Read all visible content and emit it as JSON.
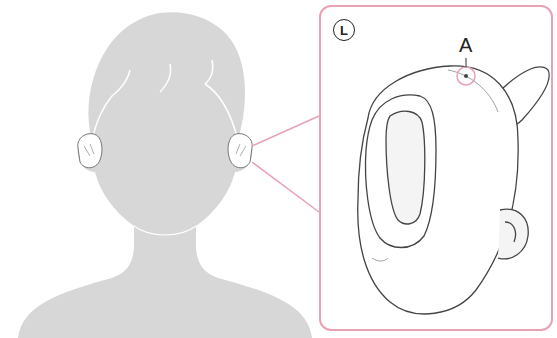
{
  "diagram": {
    "nodes": [
      {
        "text": [
          "A"
        ]
      },
      {
        "text": [
          "L"
        ],
        "in": 0
      }
    ]
  }
}
